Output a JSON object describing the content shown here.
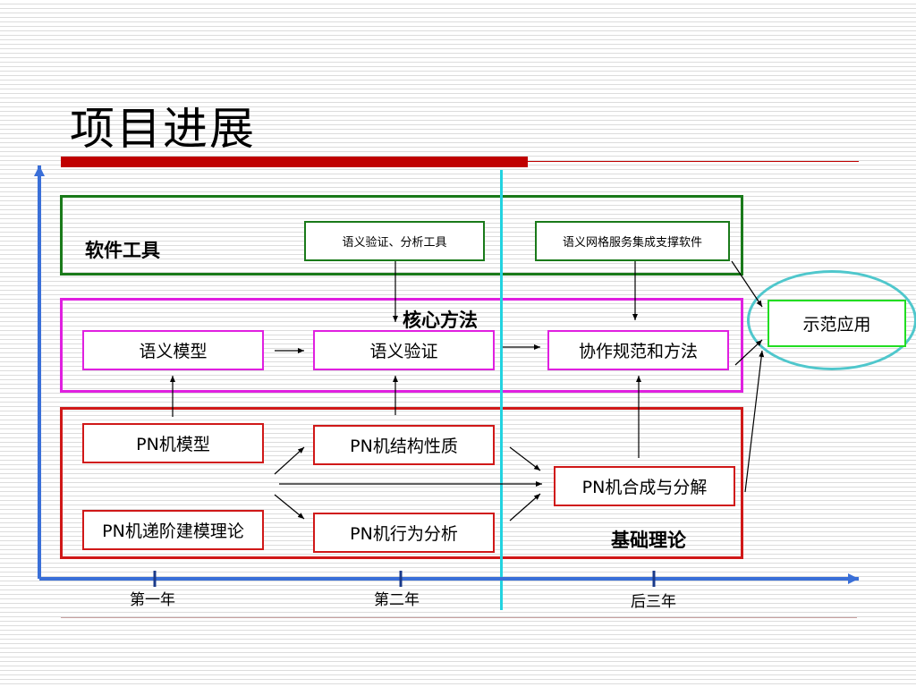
{
  "title": "项目进展",
  "colors": {
    "accent_red": "#c00000",
    "software_frame": "#1a7a1a",
    "core_frame": "#e020e0",
    "theory_frame": "#d01818",
    "divider": "#22d3e0",
    "axis": "#3a6fd8"
  },
  "sections": {
    "software": "软件工具",
    "core": "核心方法",
    "theory": "基础理论"
  },
  "software_boxes": {
    "verify_tool": "语义验证、分析工具",
    "grid_software": "语义网格服务集成支撑软件"
  },
  "core_boxes": {
    "semantic_model": "语义模型",
    "semantic_verify": "语义验证",
    "collab_spec": "协作规范和方法"
  },
  "theory_boxes": {
    "pn_model": "PN机模型",
    "pn_recursive": "PN机递阶建模理论",
    "pn_structure": "PN机结构性质",
    "pn_behavior": "PN机行为分析",
    "pn_compose": "PN机合成与分解"
  },
  "application": "示范应用",
  "timeline": [
    "第一年",
    "第二年",
    "后三年"
  ]
}
